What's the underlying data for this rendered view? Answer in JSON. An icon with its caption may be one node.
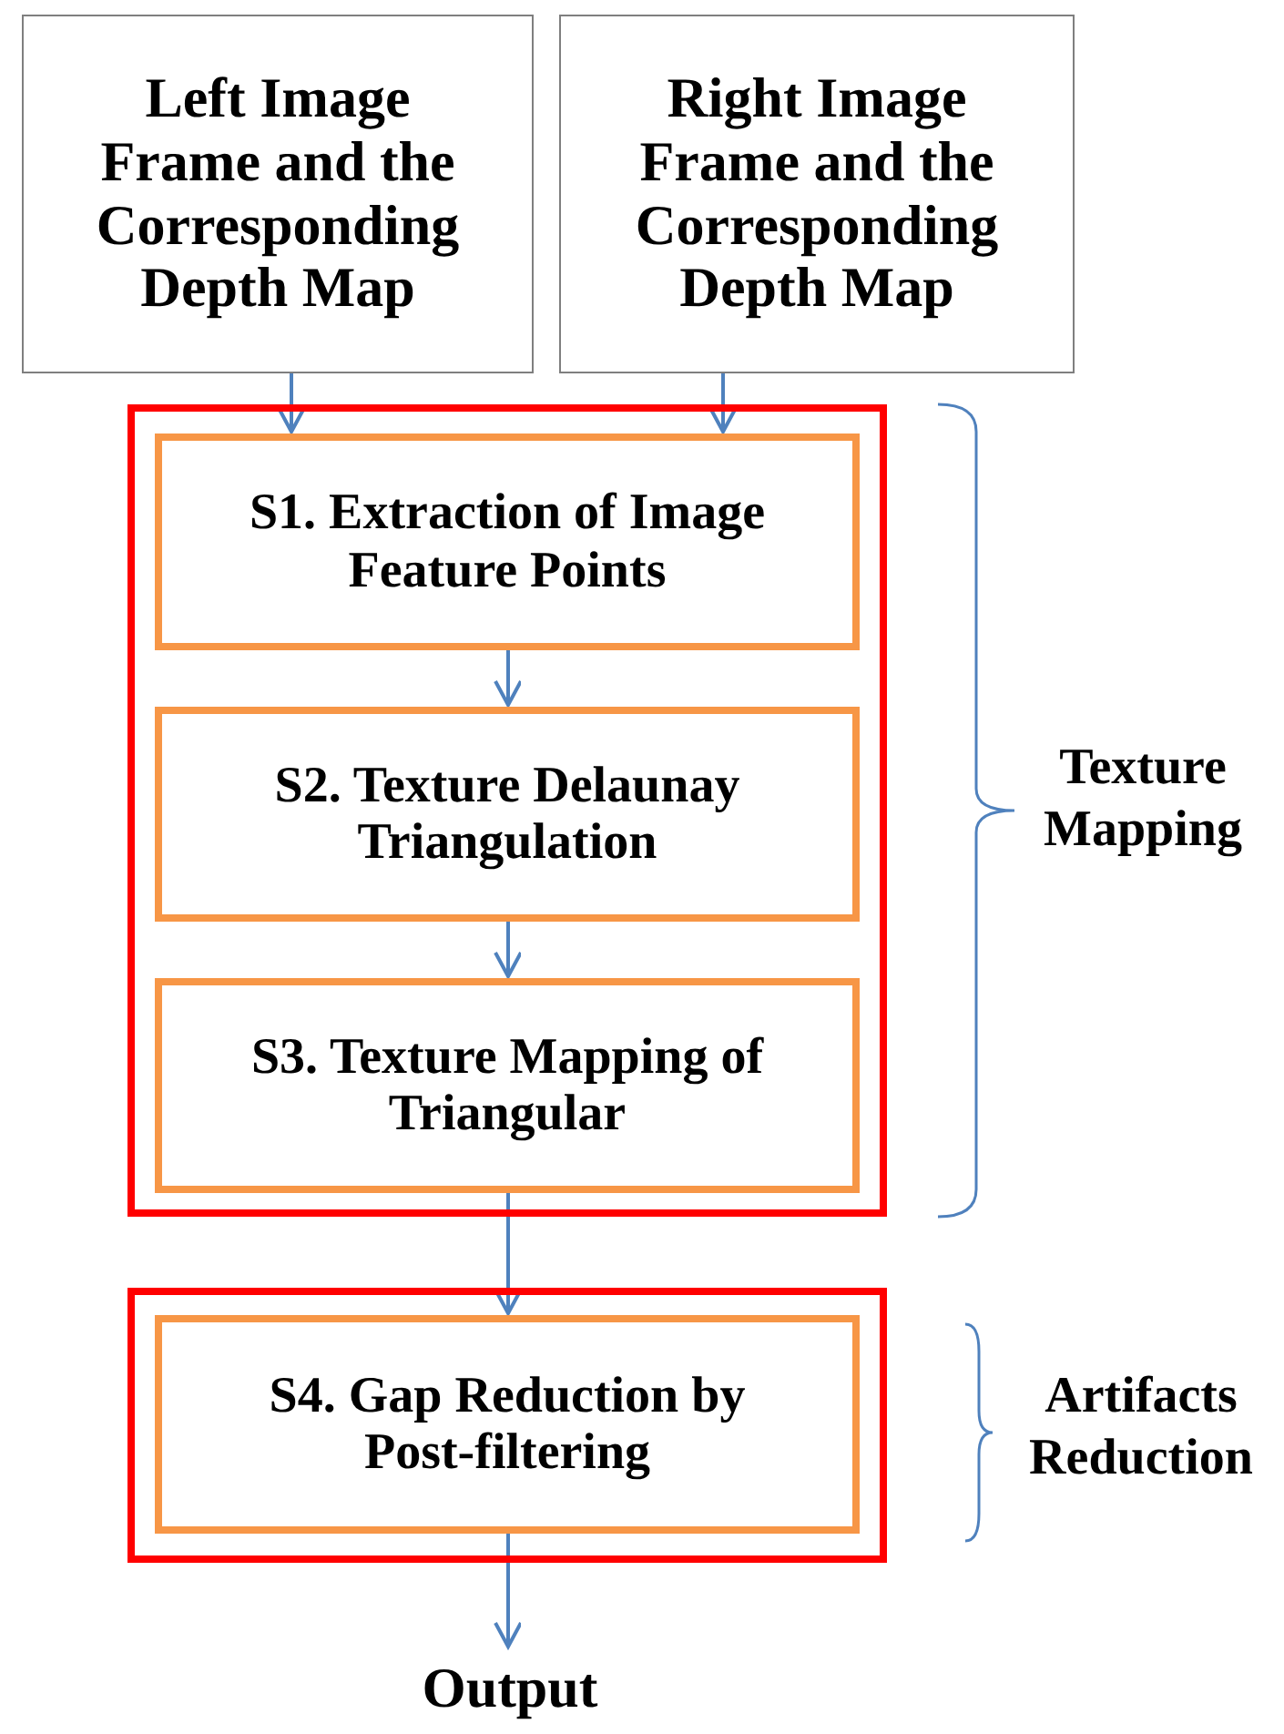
{
  "diagram": {
    "nodes": [
      {
        "text": [
          "Left Image Frame and the Corresponding Depth Map"
        ]
      },
      {
        "text": [
          "Right Image Frame and the Corresponding Depth Map"
        ]
      },
      {
        "text": [],
        "shape": "box",
        "beside": [
          "Texture Mapping"
        ]
      },
      {
        "text": [
          "S1. Extraction of Image Feature Points"
        ],
        "in": 2
      },
      {
        "text": [
          "S2. Texture Delaunay Triangulation"
        ],
        "in": 2
      },
      {
        "text": [
          "S3. Texture Mapping of Triangular"
        ],
        "in": 2
      },
      {
        "text": [],
        "shape": "box",
        "beside": [
          "Artifacts Reduction"
        ]
      },
      {
        "text": [
          "S4. Gap Reduction by Post-filtering"
        ],
        "in": 6
      },
      {
        "text": [
          "Output"
        ]
      }
    ],
    "edges": [
      {
        "from": 0,
        "to": 3,
        "arrow": "to"
      },
      {
        "from": 1,
        "to": 3,
        "arrow": "to"
      },
      {
        "from": 3,
        "to": 4,
        "arrow": "to"
      },
      {
        "from": 4,
        "to": 5,
        "arrow": "to"
      },
      {
        "from": 5,
        "to": 7,
        "arrow": "to"
      },
      {
        "from": 7,
        "to": 8,
        "arrow": "to"
      }
    ]
  }
}
